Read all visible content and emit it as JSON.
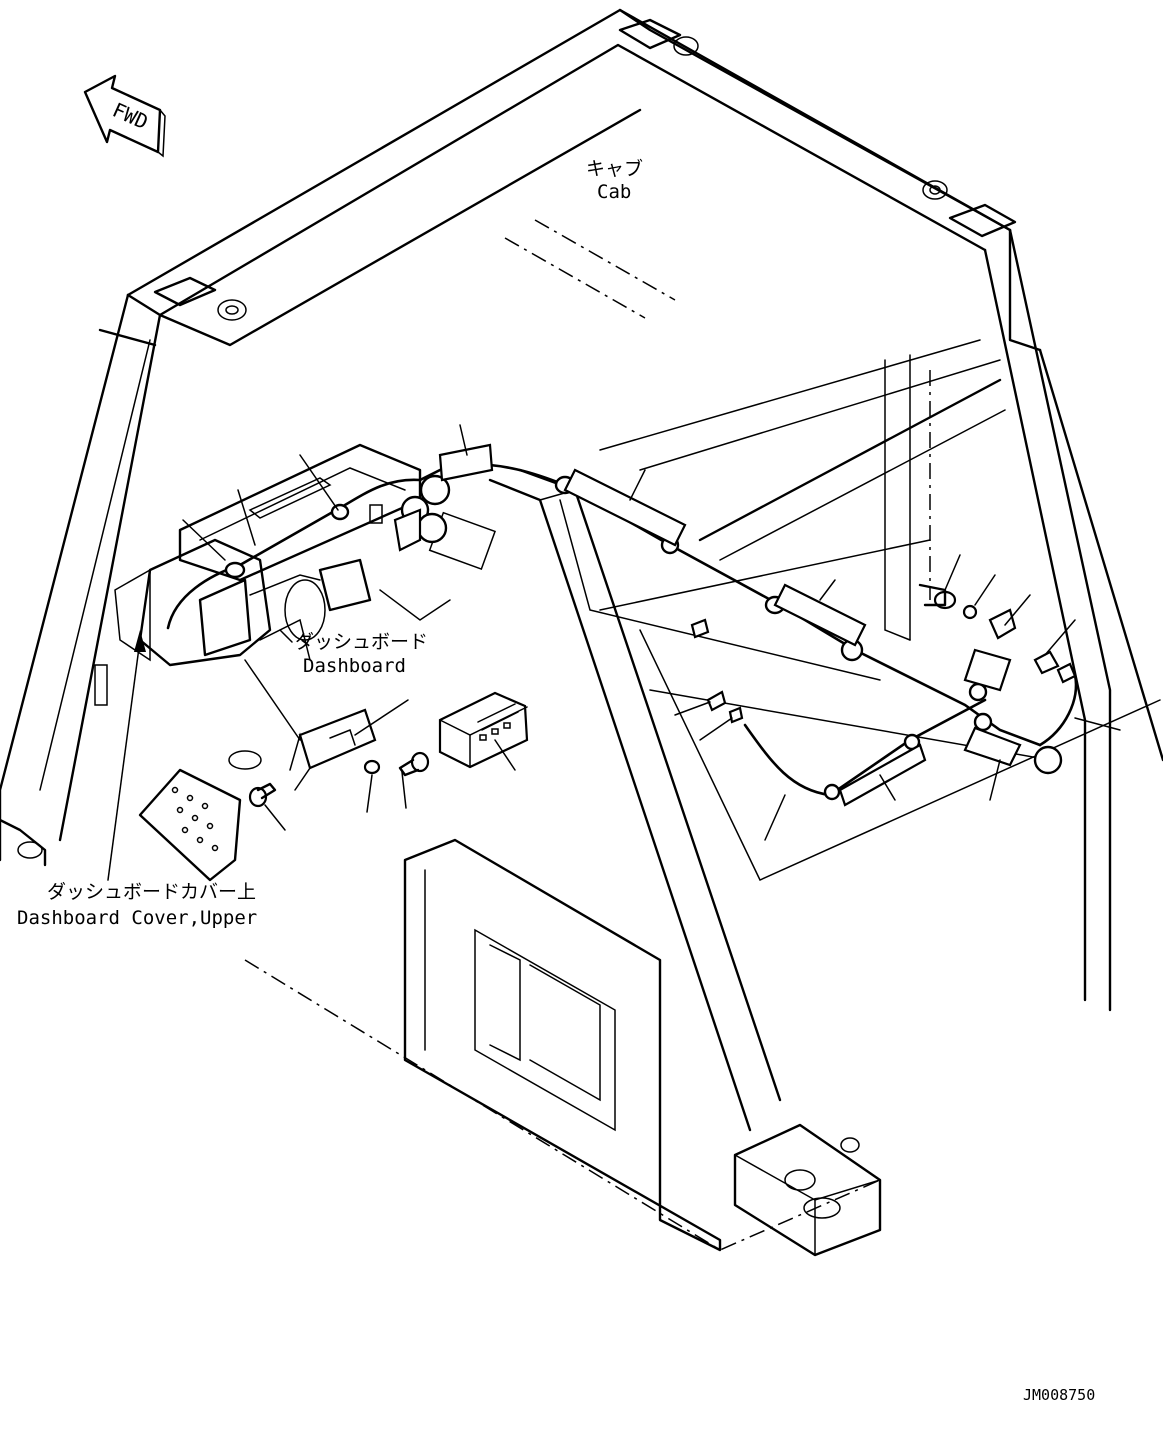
{
  "labels": {
    "fwd": "FWD",
    "cab_jp": "キャブ",
    "cab_en": "Cab",
    "dashboard_jp": "ダッシュボード",
    "dashboard_en": "Dashboard",
    "dashboard_cover_jp": "ダッシュボードカバー上",
    "dashboard_cover_en": "Dashboard Cover,Upper",
    "drawing_code": "JM008750"
  }
}
